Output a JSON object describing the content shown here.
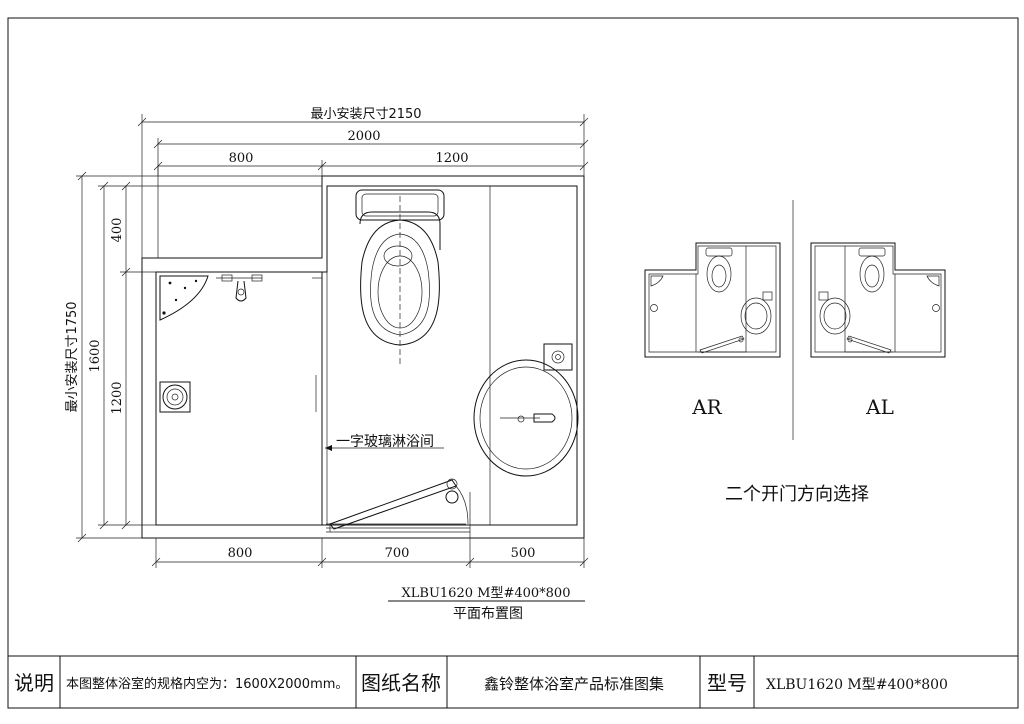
{
  "dimensions": {
    "min_install_width": "最小安装尺寸2150",
    "overall_width": "2000",
    "width_left": "800",
    "width_right": "1200",
    "min_install_depth": "最小安装尺寸1750",
    "depth_total": "1600",
    "depth_top": "400",
    "depth_main": "1200",
    "bottom_left": "800",
    "bottom_mid": "700",
    "bottom_right": "500"
  },
  "labels": {
    "shower_enclosure": "一字玻璃淋浴间",
    "model_code": "XLBU1620 M型#400*800",
    "plan_title": "平面布置图",
    "variant_right": "AR",
    "variant_left": "AL",
    "door_options": "二个开门方向选择"
  },
  "title_block": {
    "note_label": "说明",
    "note_text": "本图整体浴室的规格内空为：1600X2000mm。",
    "drawing_name_label": "图纸名称",
    "drawing_name": "鑫铃整体浴室产品标准图集",
    "model_label": "型号",
    "model_value": "XLBU1620 M型#400*800"
  }
}
